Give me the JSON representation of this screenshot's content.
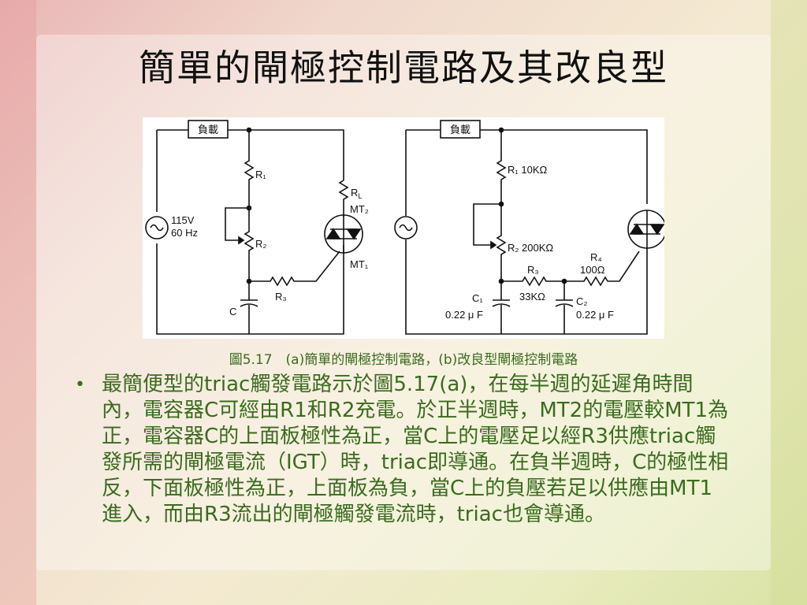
{
  "title": "簡單的閘極控制電路及其改良型",
  "caption": "圖5.17　(a)簡單的閘極控制電路，(b)改良型閘極控制電路",
  "bullet": "•",
  "body": "最簡便型的triac觸發電路示於圖5.17(a)，在每半週的延遲角時間內，電容器C可經由R1和R2充電。於正半週時，MT2的電壓較MT1為正，電容器C的上面板極性為正，當C上的電壓足以經R3供應triac觸發所需的閘極電流（IGT）時，triac即導通。在負半週時，C的極性相反，下面板極性為正，上面板為負，當C上的負壓若足以供應由MT1進入，而由R3流出的閘極觸發電流時，triac也會導通。",
  "circuit_a": {
    "load": "負載",
    "source": [
      "115V",
      "60 Hz"
    ],
    "r1": "R₁",
    "r2": "R₂",
    "r3": "R₃",
    "rl": "R",
    "rl_sub": "L",
    "mt2": "MT₂",
    "mt1": "MT₁",
    "c": "C"
  },
  "circuit_b": {
    "load": "負載",
    "r1": "R₁ 10KΩ",
    "r2": "R₂ 200KΩ",
    "r3": "R₃",
    "r3_val": "33KΩ",
    "r4": "R₄",
    "r4_val": "100Ω",
    "c1": "C₁",
    "c1_val": "0.22 μ F",
    "c2": "C₂",
    "c2_val": "0.22 μ F"
  }
}
